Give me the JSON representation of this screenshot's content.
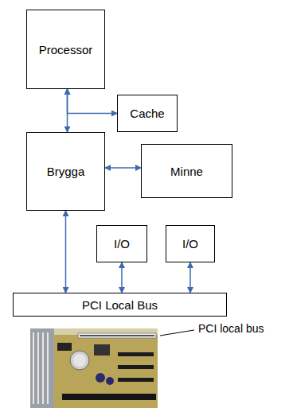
{
  "diagram": {
    "nodes": [
      {
        "text": [
          "Processor"
        ]
      },
      {
        "text": [
          "Cache"
        ]
      },
      {
        "text": [
          "Brygga"
        ]
      },
      {
        "text": [
          "Minne"
        ]
      },
      {
        "text": [
          "I/O"
        ]
      },
      {
        "text": [
          "I/O"
        ]
      },
      {
        "text": [
          "PCI Local Bus"
        ]
      }
    ],
    "edges": [
      {
        "from": 0,
        "to": 2,
        "arrow": "both"
      },
      {
        "from": 0,
        "to": 1,
        "arrow": "both"
      },
      {
        "from": 2,
        "to": 3,
        "arrow": "both"
      },
      {
        "from": 2,
        "to": 6,
        "arrow": "both"
      },
      {
        "from": 4,
        "to": 6,
        "arrow": "both"
      },
      {
        "from": 5,
        "to": 6,
        "arrow": "both"
      }
    ],
    "labels": [
      "PCI local bus"
    ]
  }
}
